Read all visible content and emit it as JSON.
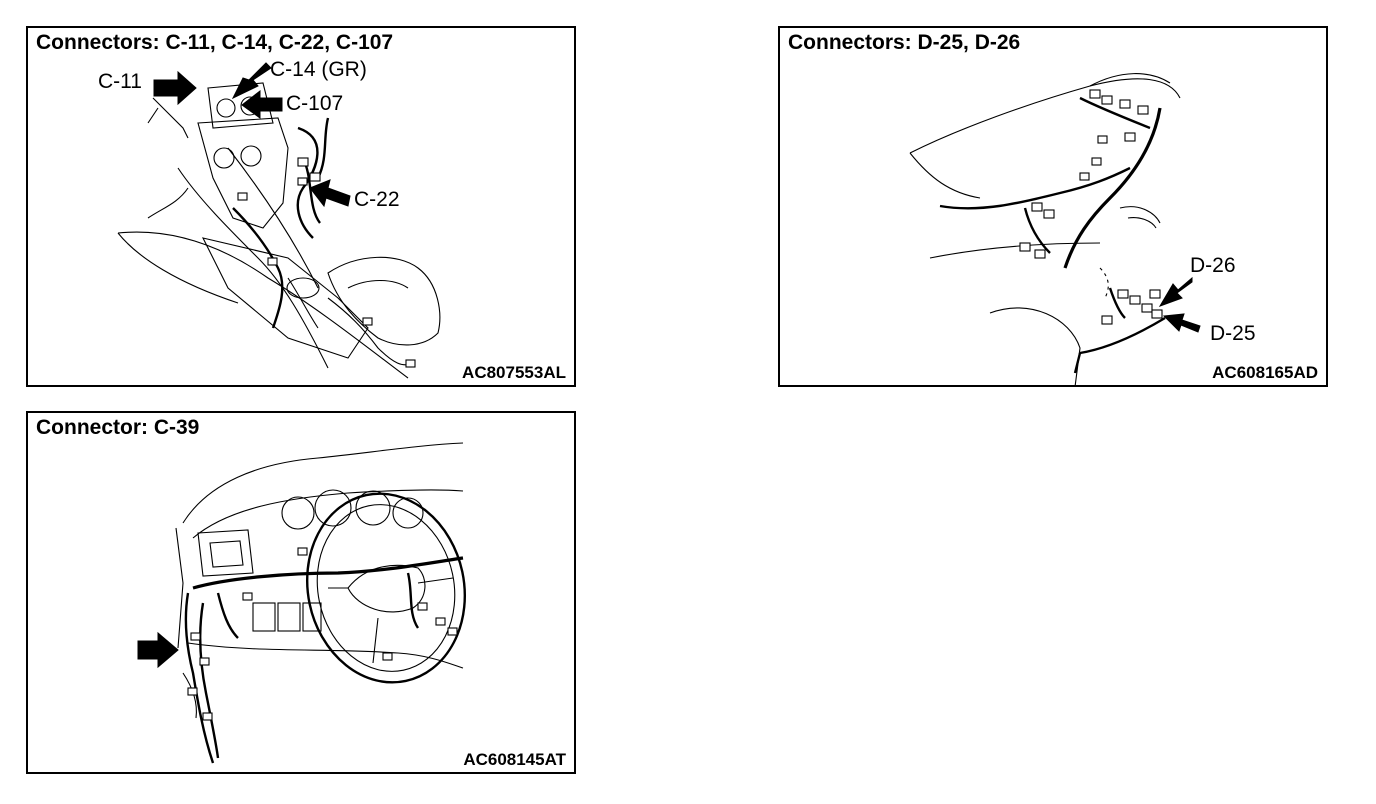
{
  "panels": {
    "console": {
      "title": "Connectors: C-11, C-14, C-22, C-107",
      "code": "AC807553AL",
      "callouts": {
        "c11": "C-11",
        "c14": "C-14 (GR)",
        "c107": "C-107",
        "c22": "C-22"
      }
    },
    "rear": {
      "title": "Connectors: D-25, D-26",
      "code": "AC608165AD",
      "callouts": {
        "d26": "D-26",
        "d25": "D-25"
      }
    },
    "dash": {
      "title": "Connector: C-39",
      "code": "AC608145AT"
    }
  }
}
